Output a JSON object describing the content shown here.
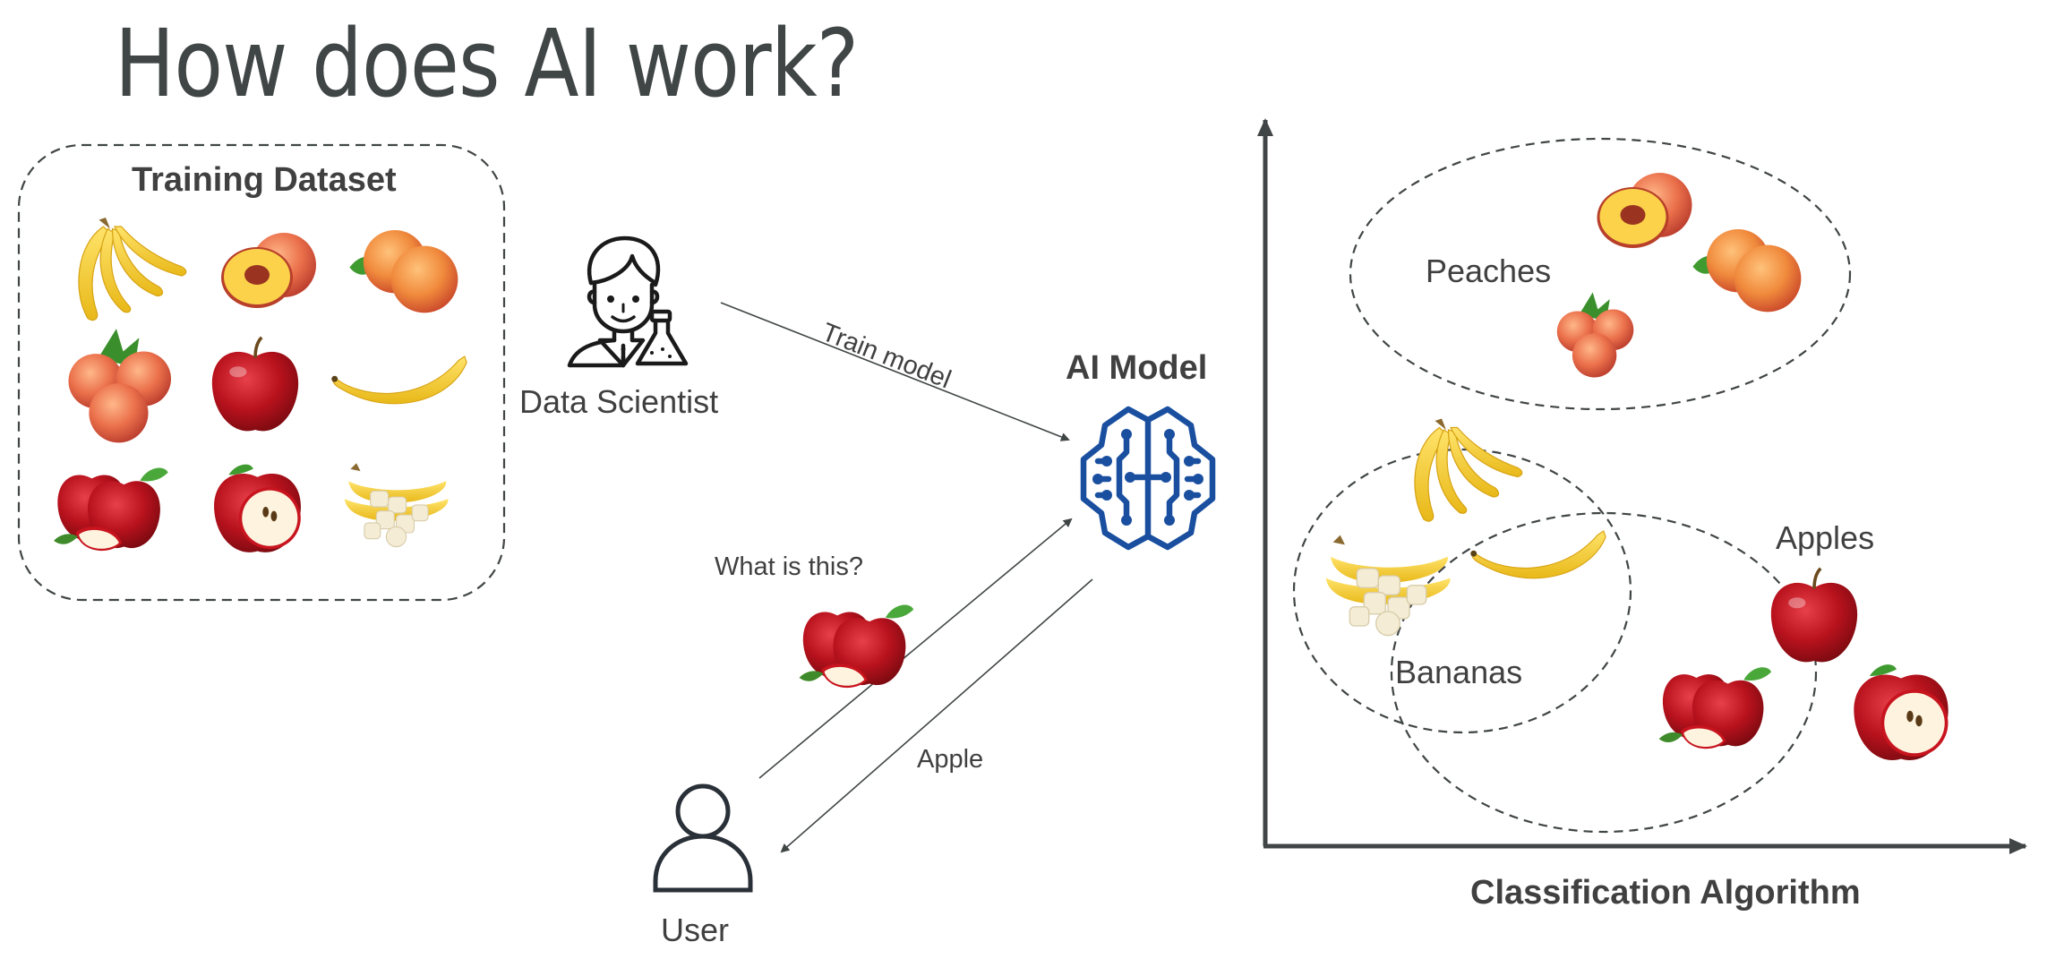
{
  "slide": {
    "title": "How does AI work?"
  },
  "training_dataset": {
    "heading": "Training Dataset",
    "items": [
      "bananas",
      "peach-halved",
      "peaches-leaf",
      "peaches-cluster",
      "apple",
      "banana",
      "apples-sliced",
      "apple-halved",
      "bananas-sliced"
    ]
  },
  "actors": {
    "data_scientist": {
      "label": "Data Scientist",
      "icon": "data-scientist-icon"
    },
    "user": {
      "label": "User",
      "icon": "user-icon"
    },
    "ai_model": {
      "label": "AI Model",
      "icon": "brain-circuit-icon"
    }
  },
  "arrows": {
    "train": "Train model",
    "query": "What is this?",
    "answer": "Apple"
  },
  "classification": {
    "axis_label": "Classification Algorithm",
    "clusters": [
      {
        "label": "Peaches",
        "items": [
          "peach-halved",
          "peaches-leaf",
          "peaches-cluster"
        ]
      },
      {
        "label": "Bananas",
        "items": [
          "bananas",
          "bananas-sliced",
          "banana"
        ]
      },
      {
        "label": "Apples",
        "items": [
          "apple",
          "apples-sliced",
          "apple-halved"
        ]
      }
    ]
  },
  "colors": {
    "text": "#404040",
    "brain": "#1a4fa0",
    "line": "#404545"
  }
}
